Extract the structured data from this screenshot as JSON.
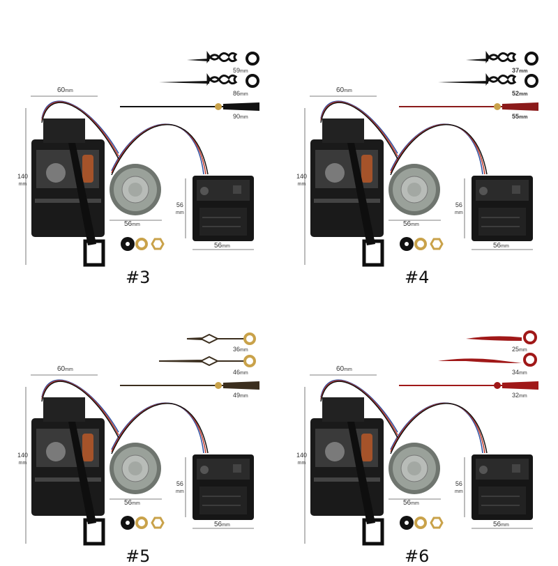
{
  "panels": [
    {
      "id": "#3",
      "label": "#3",
      "dims": {
        "width_top": "60",
        "height_left": "140",
        "speaker": "56",
        "box_side": "56",
        "box_bottom": "56",
        "unit": "mm"
      },
      "hands": [
        {
          "length": "59",
          "unit": "mm",
          "color": "#111111",
          "style": "ornate"
        },
        {
          "length": "86",
          "unit": "mm",
          "color": "#111111",
          "style": "ornate-long"
        },
        {
          "length": "90",
          "unit": "mm",
          "color": "#111111",
          "style": "second"
        }
      ]
    },
    {
      "id": "#4",
      "label": "#4",
      "dims": {
        "width_top": "60",
        "height_left": "140",
        "speaker": "56",
        "box_side": "56",
        "box_bottom": "56",
        "unit": "mm"
      },
      "hands": [
        {
          "length": "37",
          "unit": "mm",
          "color": "#111111",
          "style": "ornate"
        },
        {
          "length": "52",
          "unit": "mm",
          "color": "#111111",
          "style": "ornate-long"
        },
        {
          "length": "55",
          "unit": "mm",
          "color": "#8b1a1a",
          "style": "second"
        }
      ]
    },
    {
      "id": "#5",
      "label": "#5",
      "dims": {
        "width_top": "60",
        "height_left": "140",
        "speaker": "56",
        "box_side": "56",
        "box_bottom": "56",
        "unit": "mm"
      },
      "hands": [
        {
          "length": "36",
          "unit": "mm",
          "color": "#3b2e1e",
          "style": "spade"
        },
        {
          "length": "46",
          "unit": "mm",
          "color": "#3b2e1e",
          "style": "spade-long"
        },
        {
          "length": "49",
          "unit": "mm",
          "color": "#3b2e1e",
          "style": "second"
        }
      ]
    },
    {
      "id": "#6",
      "label": "#6",
      "dims": {
        "width_top": "60",
        "height_left": "140",
        "speaker": "56",
        "box_side": "56",
        "box_bottom": "56",
        "unit": "mm"
      },
      "hands": [
        {
          "length": "25",
          "unit": "mm",
          "color": "#a01818",
          "style": "plain"
        },
        {
          "length": "34",
          "unit": "mm",
          "color": "#a01818",
          "style": "plain-long"
        },
        {
          "length": "32",
          "unit": "mm",
          "color": "#a01818",
          "style": "second-red"
        }
      ]
    }
  ],
  "colors": {
    "movement": "#1a1a1a",
    "wire_red": "#c0392b",
    "wire_blue": "#2c4fa0",
    "wire_black": "#111111",
    "brass": "#c9a24a",
    "speaker": "#9aa19a"
  }
}
